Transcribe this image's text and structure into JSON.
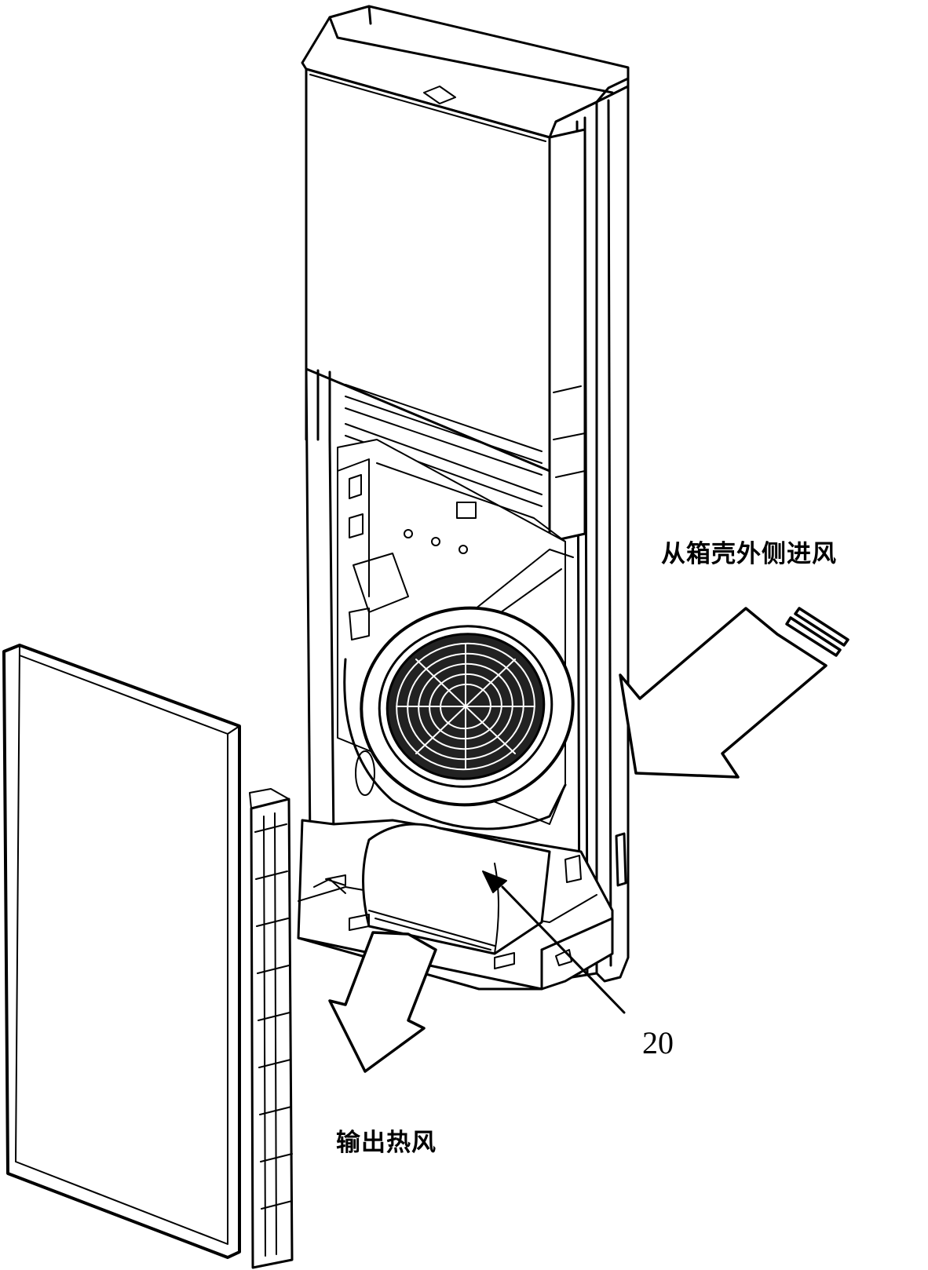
{
  "labels": {
    "inlet": "从箱壳外侧进风",
    "outlet": "输出热风",
    "part_number": "20"
  },
  "colors": {
    "line": "#000000",
    "background": "#ffffff",
    "fill": "#ffffff"
  }
}
